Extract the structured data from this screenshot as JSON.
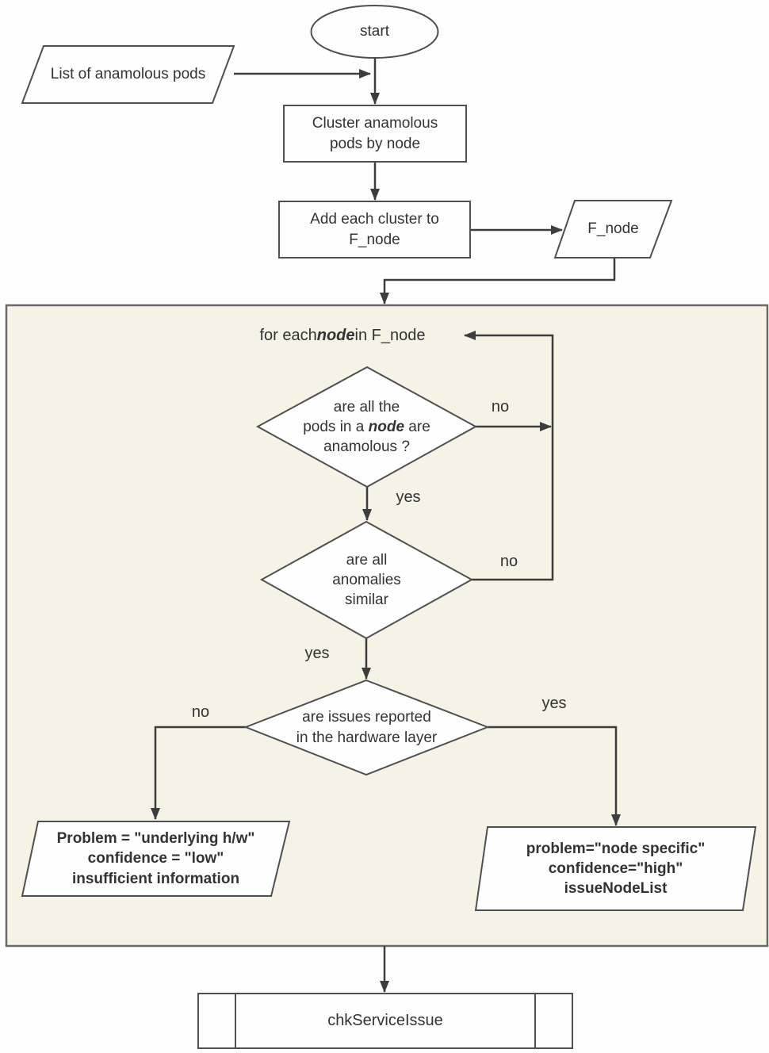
{
  "diagram": {
    "title": "anomalous pods node analysis flowchart",
    "colors": {
      "container_fill": "#f6f2e6",
      "container_border": "#6a6a6a",
      "connector": "#3d3d3d",
      "shape_border": "#4f4f4f",
      "shape_fill": "#fefefe",
      "text": "#333333"
    }
  },
  "nodes": {
    "start": {
      "label": "start"
    },
    "input_list": {
      "label": "List of anamolous pods"
    },
    "cluster": {
      "line1": "Cluster anamolous",
      "line2": "pods by node"
    },
    "add_cluster": {
      "line1": "Add each cluster to",
      "line2": "F_node"
    },
    "f_node": {
      "label": "F_node"
    },
    "loop_header": {
      "pre": "for each ",
      "em": "node",
      "post": " in F_node"
    },
    "decision_pods": {
      "line1": "are all the",
      "line2_pre": "pods in a ",
      "line2_em": "node",
      "line2_post": " are",
      "line3": "anamolous ?"
    },
    "decision_similar": {
      "line1": "are all",
      "line2": "anomalies",
      "line3": "similar"
    },
    "decision_hw": {
      "line1": "are issues reported",
      "line2": "in the hardware layer"
    },
    "output_hw": {
      "line1": "Problem = \"underlying h/w\"",
      "line2": "confidence = \"low\"",
      "line3": "insufficient information"
    },
    "output_node": {
      "line1": "problem=\"node specific\"",
      "line2": "confidence=\"high\"",
      "line3": "issueNodeList"
    },
    "subroutine": {
      "label": "chkServiceIssue"
    }
  },
  "edge_labels": {
    "d1_no": "no",
    "d1_yes": "yes",
    "d2_no": "no",
    "d2_yes": "yes",
    "d3_no": "no",
    "d3_yes": "yes"
  }
}
